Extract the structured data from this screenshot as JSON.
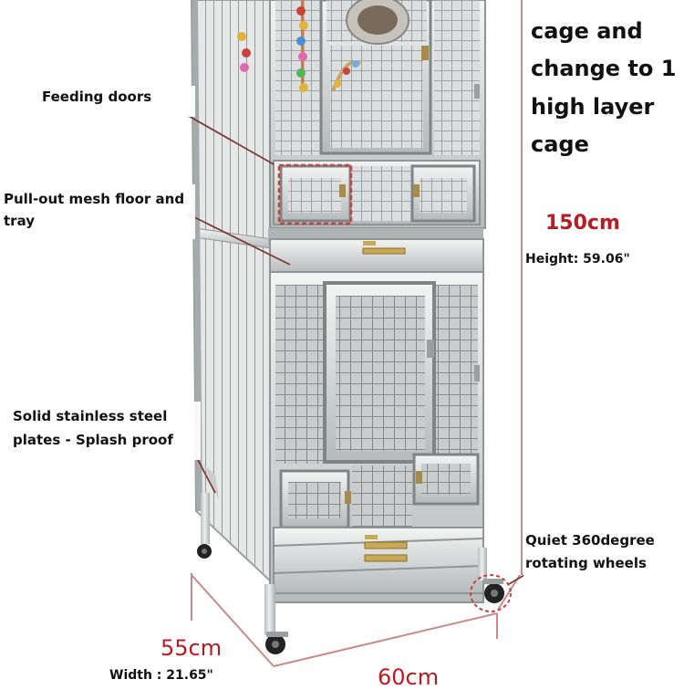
{
  "callouts": {
    "feeding_doors": "Feeding doors",
    "floor_tray_line1": "Pull-out mesh floor and",
    "floor_tray_line2": "tray",
    "plates_line1": "Solid stainless steel",
    "plates_line2": "plates - Splash proof",
    "wheels_line1": "Quiet 360degree",
    "wheels_line2": "rotating wheels"
  },
  "headline": {
    "line1": "cage and",
    "line2": "change to 1",
    "line3": "high layer",
    "line4": "cage"
  },
  "dimensions": {
    "height_cm": "150cm",
    "height_in": "Height: 59.06\"",
    "depth_cm": "55cm",
    "width_in": "Width : 21.65\"",
    "width_cm": "60cm"
  },
  "colors": {
    "annotation_red": "#b81c22",
    "dimension_line": "#c98a8a",
    "steel_light": "#e4e6e6",
    "steel_dark": "#8f9494"
  }
}
